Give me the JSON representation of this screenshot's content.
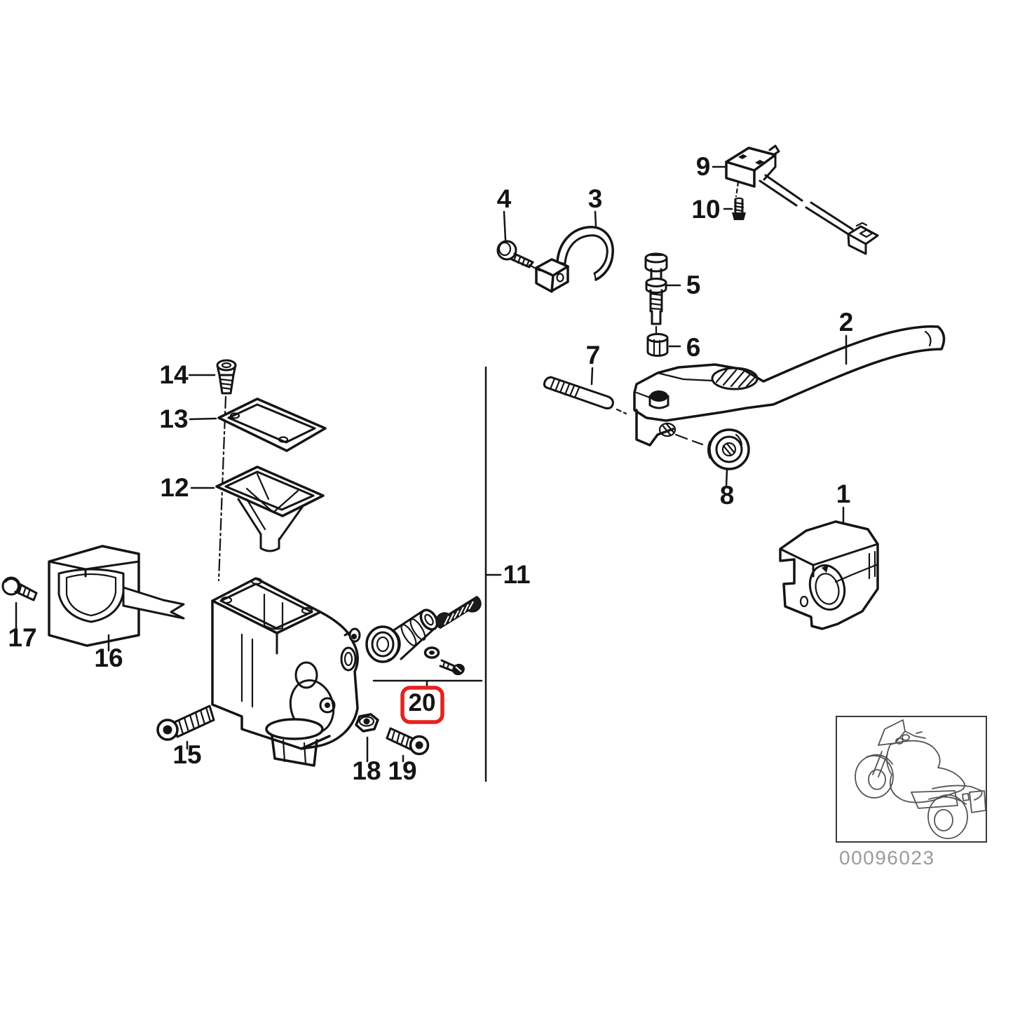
{
  "diagram": {
    "type": "exploded-parts-diagram",
    "title": "Handlebar brake control / master cylinder exploded parts diagram",
    "part_labels": [
      "1",
      "2",
      "3",
      "4",
      "5",
      "6",
      "7",
      "8",
      "9",
      "10",
      "11",
      "12",
      "13",
      "14",
      "15",
      "16",
      "17",
      "18",
      "19",
      "20"
    ],
    "highlighted_part": "20",
    "image_code": "00096023",
    "colors": {
      "line": "#141414",
      "highlight": "#e8211d",
      "codecol": "#9b9b9b",
      "bg": "#ffffff"
    }
  }
}
